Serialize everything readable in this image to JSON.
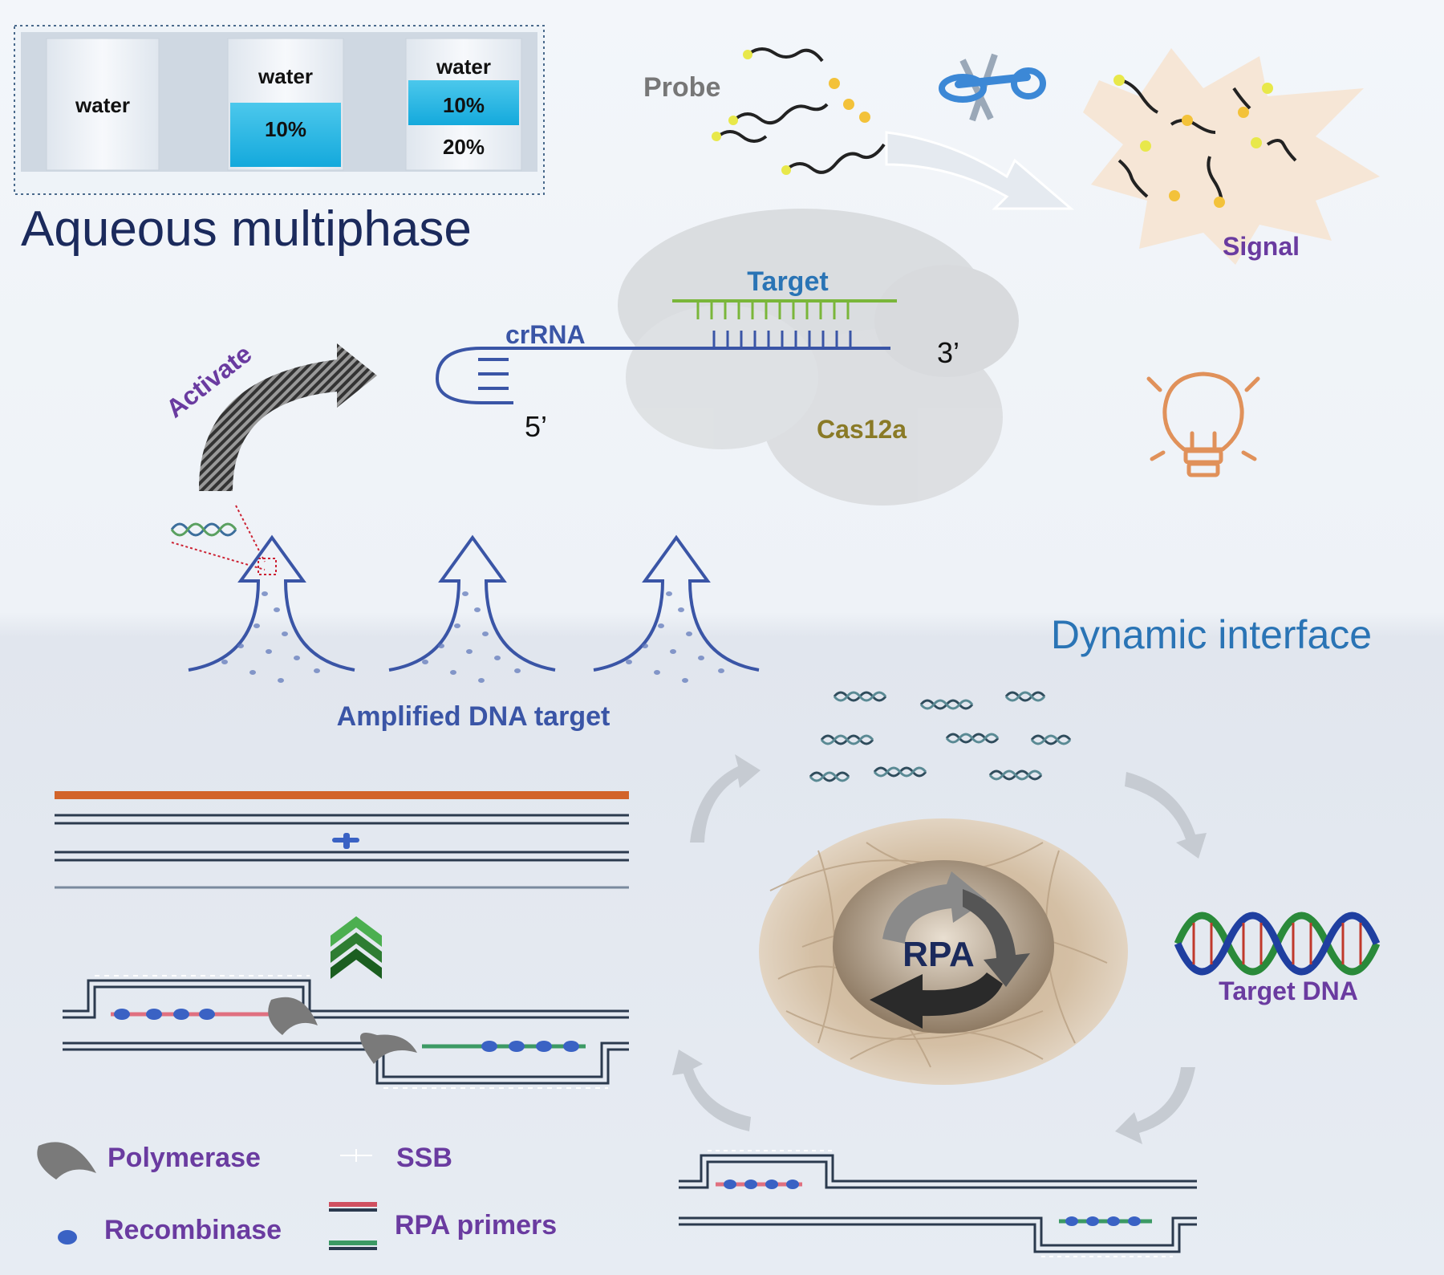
{
  "beakers": {
    "beaker1": {
      "top_label": "water"
    },
    "beaker2": {
      "top_label": "water",
      "bottom_label": "10%"
    },
    "beaker3": {
      "top_label": "water",
      "middle_label": "10%",
      "bottom_label": "20%"
    }
  },
  "titles": {
    "aqueous_multiphase": "Aqueous multiphase",
    "dynamic_interface": "Dynamic interface"
  },
  "cas": {
    "probe": "Probe",
    "signal": "Signal",
    "target": "Target",
    "crrna": "crRNA",
    "three_prime": "3’",
    "five_prime": "5’",
    "cas12a": "Cas12a",
    "activate": "Activate"
  },
  "amplified_label": "Amplified DNA target",
  "rpa": {
    "center_label": "RPA",
    "target_dna": "Target DNA"
  },
  "legend": {
    "polymerase": "Polymerase",
    "ssb": "SSB",
    "recombinase": "Recombinase",
    "rpa_primers": "RPA primers"
  },
  "colors": {
    "title_navy": "#1b2a5c",
    "dynamic_blue": "#2a74b5",
    "purple": "#6a3ba0",
    "strand_blue": "#3a55a6",
    "target_green": "#7ab63a",
    "cas_olive": "#8a7a26",
    "bulb_orange": "#e0915a",
    "cyan_phase": "#22b8e0",
    "orange_strand": "#d2642a"
  }
}
